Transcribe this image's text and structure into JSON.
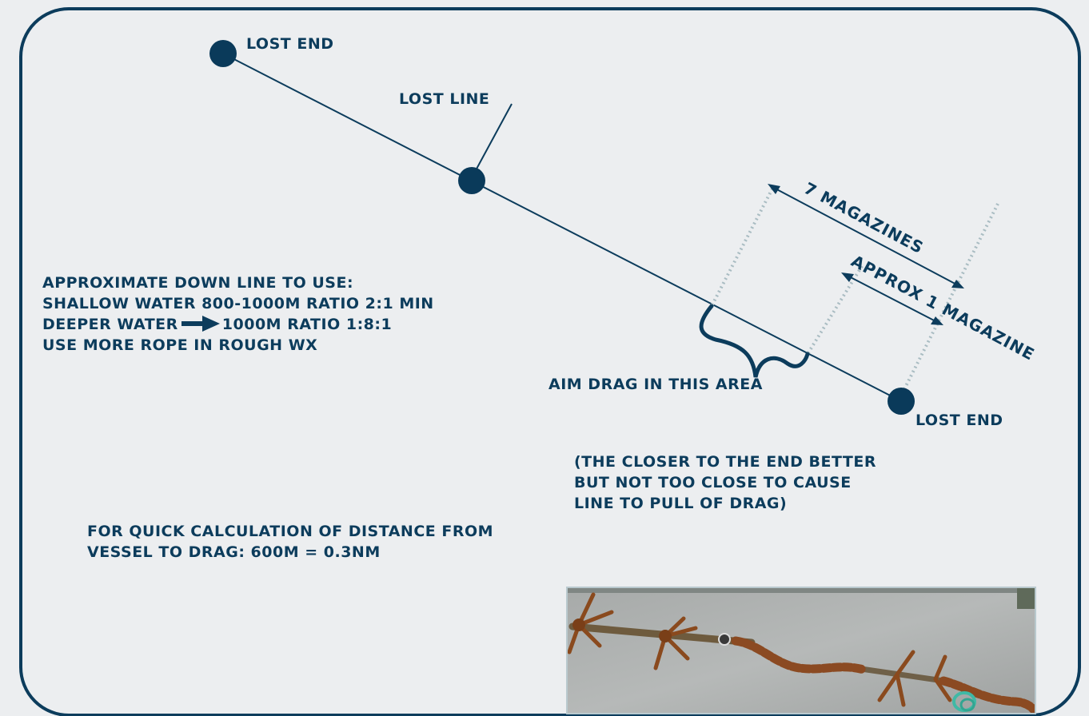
{
  "labels": {
    "lost_end_top": "LOST END",
    "lost_line": "LOST LINE",
    "seven_magazines": "7 MAGAZINES",
    "approx_one_magazine": "APPROX 1 MAGAZINE",
    "aim_drag": "AIM DRAG IN THIS AREA",
    "lost_end_bottom": "LOST END"
  },
  "down_line": {
    "line1": "APPROXIMATE DOWN LINE TO USE:",
    "line2": "SHALLOW WATER 800-1000M RATIO 2:1 MIN",
    "line3_pre": "DEEPER WATER",
    "line3_post": "1000M RATIO 1:8:1",
    "line4": "USE MORE ROPE IN ROUGH WX"
  },
  "closer_note": {
    "line1": "(THE CLOSER TO THE END  BETTER",
    "line2": "BUT NOT TOO CLOSE TO CAUSE",
    "line3": "LINE TO PULL OF DRAG)"
  },
  "quick_calc": {
    "line1": "FOR QUICK CALCULATION OF DISTANCE FROM",
    "line2": "VESSEL TO DRAG: 600M = 0.3NM"
  },
  "colors": {
    "navy": "#0c3c5c",
    "marker": "#0a3a5a",
    "dashed": "#a9bcc2",
    "background": "#eceef0"
  },
  "photo": {
    "subject": "grapnel drag chain with hooks"
  }
}
